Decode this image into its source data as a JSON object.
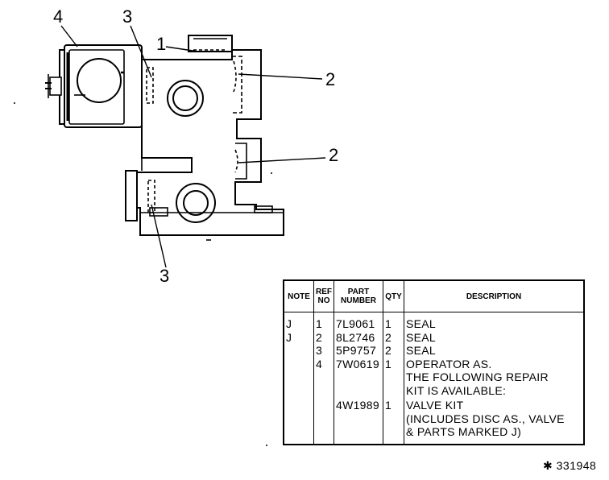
{
  "callouts": {
    "c4": "4",
    "c3_top": "3",
    "c1": "1",
    "c2_top": "2",
    "c2_bottom": "2",
    "c3_bottom": "3"
  },
  "table": {
    "headers": {
      "note": "NOTE",
      "ref_line1": "REF",
      "ref_line2": "NO",
      "part_line1": "PART",
      "part_line2": "NUMBER",
      "qty": "QTY",
      "description": "DESCRIPTION"
    },
    "rows": [
      {
        "note": "J",
        "ref": "1",
        "part": "7L9061",
        "qty": "1",
        "desc": "SEAL"
      },
      {
        "note": "J",
        "ref": "2",
        "part": "8L2746",
        "qty": "2",
        "desc": "SEAL"
      },
      {
        "note": "",
        "ref": "3",
        "part": "5P9757",
        "qty": "2",
        "desc": "SEAL"
      },
      {
        "note": "",
        "ref": "4",
        "part": "7W0619",
        "qty": "1",
        "desc": "OPERATOR AS."
      },
      {
        "note": "",
        "ref": "",
        "part": "",
        "qty": "",
        "desc": "THE FOLLOWING REPAIR"
      },
      {
        "note": "",
        "ref": "",
        "part": "",
        "qty": "",
        "desc": "KIT IS AVAILABLE:"
      },
      {
        "note": "",
        "ref": "",
        "part": "4W1989",
        "qty": "1",
        "desc": "VALVE KIT"
      },
      {
        "note": "",
        "ref": "",
        "part": "",
        "qty": "",
        "desc": "(INCLUDES DISC AS., VALVE"
      },
      {
        "note": "",
        "ref": "",
        "part": "",
        "qty": "",
        "desc": "& PARTS MARKED J)"
      }
    ]
  },
  "figure_id": "331948"
}
